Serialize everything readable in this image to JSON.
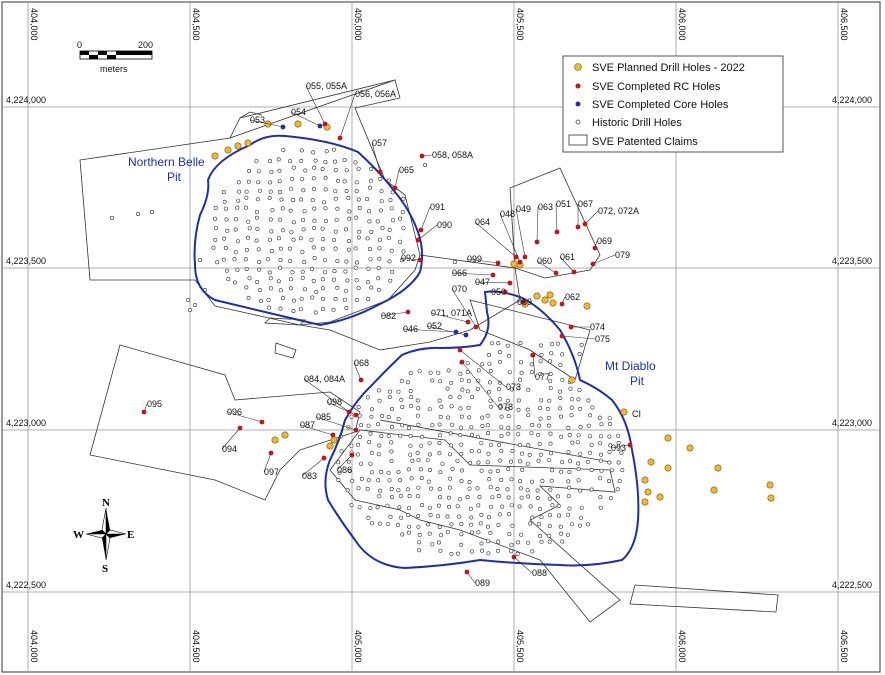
{
  "map": {
    "pits": [
      "Northern Belle",
      "Pit",
      "Mt Diablo",
      "Pit"
    ],
    "grid_x_labels": [
      "404,000",
      "404,500",
      "405,000",
      "405,500",
      "406,000",
      "406,500"
    ],
    "grid_y_labels": [
      "4,224,000",
      "4,223,500",
      "4,223,000",
      "4,222,500"
    ],
    "scale_bar": {
      "start": "0",
      "end": "200",
      "unit": "meters"
    },
    "north_arrow": {
      "n": "N",
      "s": "S",
      "e": "E",
      "w": "W"
    },
    "legend": [
      {
        "key": "planned",
        "label": "SVE Planned Drill Holes - 2022",
        "color": "#f2b730"
      },
      {
        "key": "rc",
        "label": "SVE Completed RC Holes",
        "color": "#c0151b"
      },
      {
        "key": "core",
        "label": "SVE Completed Core Holes",
        "color": "#1c2fa8"
      },
      {
        "key": "historic",
        "label": "Historic Drill Holes",
        "color": "#ffffff"
      },
      {
        "key": "claims",
        "label": "SVE Patented Claims",
        "color": "#ffffff"
      }
    ],
    "hole_labels": [
      "053",
      "054",
      "055, 055A",
      "056, 056A",
      "057",
      "058, 058A",
      "065",
      "091",
      "090",
      "092",
      "064",
      "048",
      "049",
      "063",
      "051",
      "067",
      "072, 072A",
      "069",
      "079",
      "061",
      "060",
      "099",
      "066",
      "047",
      "050",
      "059",
      "062",
      "070",
      "071, 071A",
      "082",
      "052",
      "046",
      "074",
      "075",
      "068",
      "077",
      "073",
      "078",
      "084, 084A",
      "098",
      "085",
      "087",
      "086",
      "083",
      "095",
      "096",
      "094",
      "097",
      "093",
      "CI",
      "089",
      "088"
    ]
  }
}
